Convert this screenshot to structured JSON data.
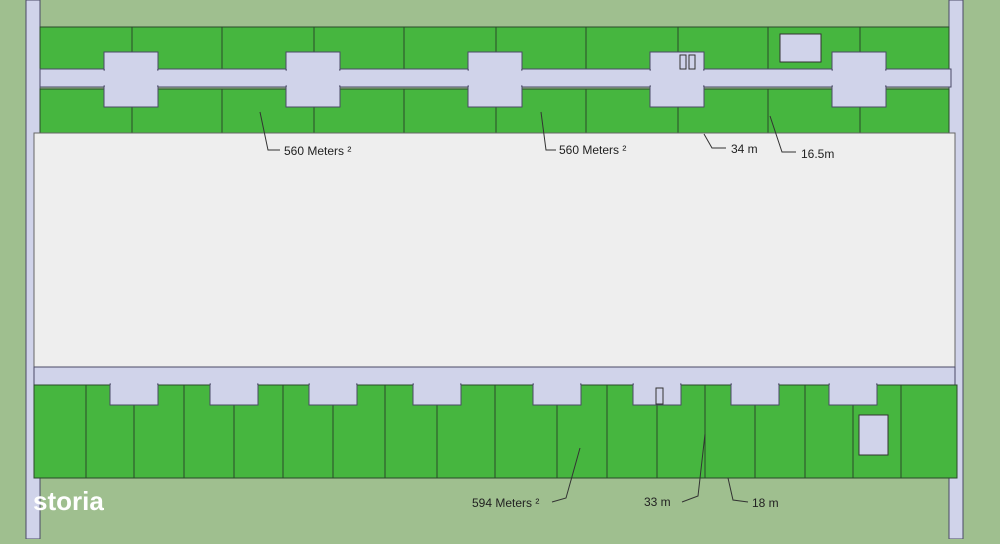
{
  "annotations": {
    "area_top_left": "560 Meters ²",
    "area_top_mid": "560 Meters ²",
    "length_top": "34 m",
    "width_top": "16.5m",
    "area_bottom": "594 Meters ²",
    "length_bottom": "33 m",
    "width_bottom": "18 m"
  },
  "brand": {
    "logo_text": "storia"
  },
  "colors": {
    "background": "#9fbf8f",
    "plot": "#46b63f",
    "road": "#d0d3ea",
    "open_area": "#eeeeee"
  }
}
